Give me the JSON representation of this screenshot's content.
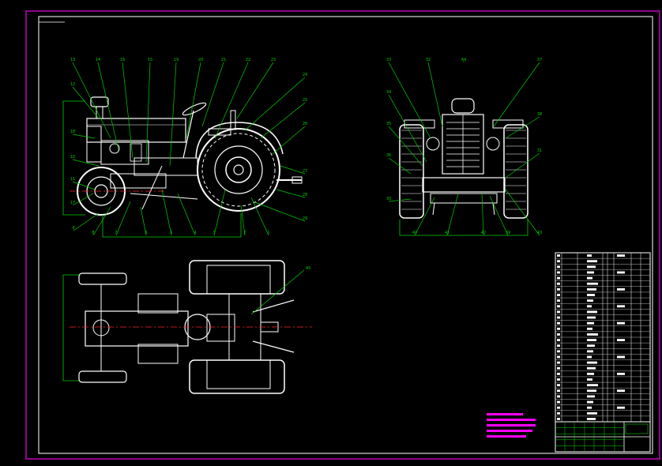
{
  "drawing": {
    "title": "",
    "colors": {
      "background": "#000000",
      "outer_border": "#c000c0",
      "inner_border": "#ffffff",
      "leader": "#00d000",
      "part": "#ffffff",
      "centerline": "#ff2020",
      "note_bars": "#ff00ff",
      "table_lines": "#ffffff",
      "table_green": "#00d000"
    },
    "balloons_side": [
      "13",
      "14",
      "12",
      "18",
      "10",
      "11",
      "17",
      "16",
      "15",
      "19",
      "9",
      "8",
      "7",
      "6",
      "5",
      "4",
      "3",
      "2",
      "1",
      "20",
      "21",
      "22",
      "23",
      "24",
      "25",
      "26",
      "27",
      "28",
      "29"
    ],
    "balloons_front": [
      "33",
      "32",
      "34",
      "35",
      "36",
      "37",
      "38",
      "31",
      "30",
      "40",
      "41",
      "42",
      "39",
      "43",
      "44"
    ],
    "balloons_top": [
      "45"
    ],
    "views": {
      "side": "side-elevation",
      "front": "front-elevation",
      "top": "plan-view"
    },
    "parts_list": {
      "row_count": 30,
      "column_count": 8
    },
    "notes": {
      "line_count": 5
    },
    "title_block": {
      "present": true
    }
  }
}
